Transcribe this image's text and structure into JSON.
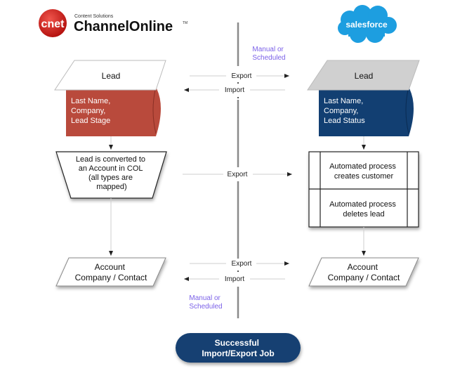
{
  "logos": {
    "left": {
      "badge": "cnet",
      "subtitle": "Content Solutions",
      "name": "ChannelOnline",
      "tm": "TM",
      "badge_color": "#d42a24"
    },
    "right": {
      "name": "salesforce",
      "cloud_color": "#1d9ee0"
    }
  },
  "colors": {
    "col_red": "#b94a3c",
    "sf_blue": "#123f72",
    "label_purple": "#7b61e8",
    "line_gray": "#cfcfcf",
    "divider_gray": "#8a8a8a"
  },
  "left_column": {
    "lead_header": "Lead",
    "lead_fields": [
      "Last Name,",
      "Company,",
      "Lead Stage"
    ],
    "convert_lines": [
      "Lead is converted to",
      "an Account in COL",
      "(all types are",
      "mapped)"
    ],
    "account_lines": [
      "Account",
      "Company / Contact"
    ]
  },
  "right_column": {
    "lead_header": "Lead",
    "lead_fields": [
      "Last Name,",
      "Company,",
      "Lead Status"
    ],
    "process_1": [
      "Automated process",
      "creates customer"
    ],
    "process_2": [
      "Automated process",
      "deletes lead"
    ],
    "account_lines": [
      "Account",
      "Company / Contact"
    ]
  },
  "middle": {
    "top_schedule": [
      "Manual or",
      "Scheduled"
    ],
    "bottom_schedule": [
      "Manual or",
      "Scheduled"
    ],
    "export_1": "Export",
    "import_1": "Import",
    "export_2": "Export",
    "export_3": "Export",
    "import_3": "Import"
  },
  "terminal": [
    "Successful",
    "Import/Export Job"
  ]
}
